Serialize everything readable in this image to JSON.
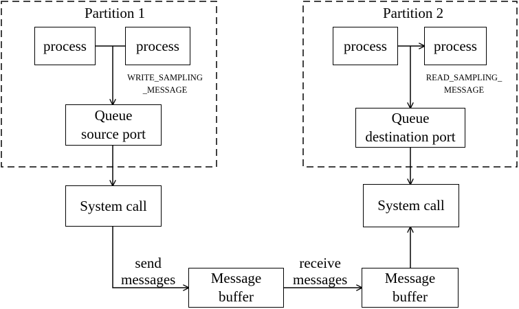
{
  "partitions": [
    {
      "title": "Partition 1"
    },
    {
      "title": "Partition 2"
    }
  ],
  "nodes": {
    "p1_process_left": "process",
    "p1_process_right": "process",
    "p2_process_left": "process",
    "p2_process_right": "process",
    "source_port": [
      "Queue",
      "source port"
    ],
    "destination_port": [
      "Queue",
      "destination port"
    ],
    "syscall_left": "System call",
    "syscall_right": "System call",
    "buffer_left": [
      "Message",
      "buffer"
    ],
    "buffer_right": [
      "Message",
      "buffer"
    ]
  },
  "labels": {
    "write_sampling": [
      "WRITE_SAMPLING",
      "_MESSAGE"
    ],
    "read_sampling": [
      "READ_SAMPLING_",
      "MESSAGE"
    ],
    "send": [
      "send",
      "messages"
    ],
    "receive": [
      "receive",
      "messages"
    ]
  },
  "style": {
    "stroke": "#000000",
    "background": "#ffffff"
  }
}
